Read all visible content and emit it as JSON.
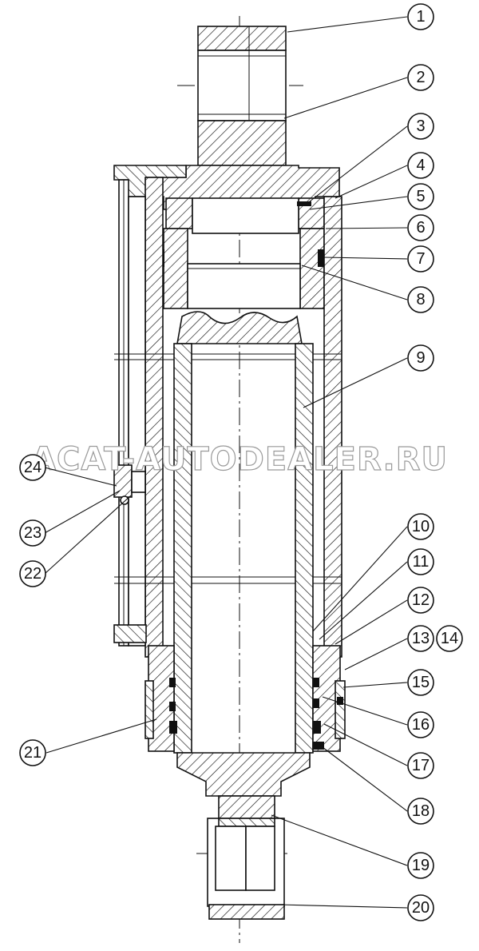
{
  "diagram": {
    "callouts": [
      "1",
      "2",
      "3",
      "4",
      "5",
      "6",
      "7",
      "8",
      "9",
      "10",
      "11",
      "12",
      "13",
      "14",
      "15",
      "16",
      "17",
      "18",
      "19",
      "20",
      "21",
      "22",
      "23",
      "24"
    ],
    "watermark": "ACAT-AUTODEALER.RU"
  },
  "colors": {
    "ink": "#111111",
    "paper": "#ffffff",
    "watermark_outline": "#9a9a9a"
  }
}
